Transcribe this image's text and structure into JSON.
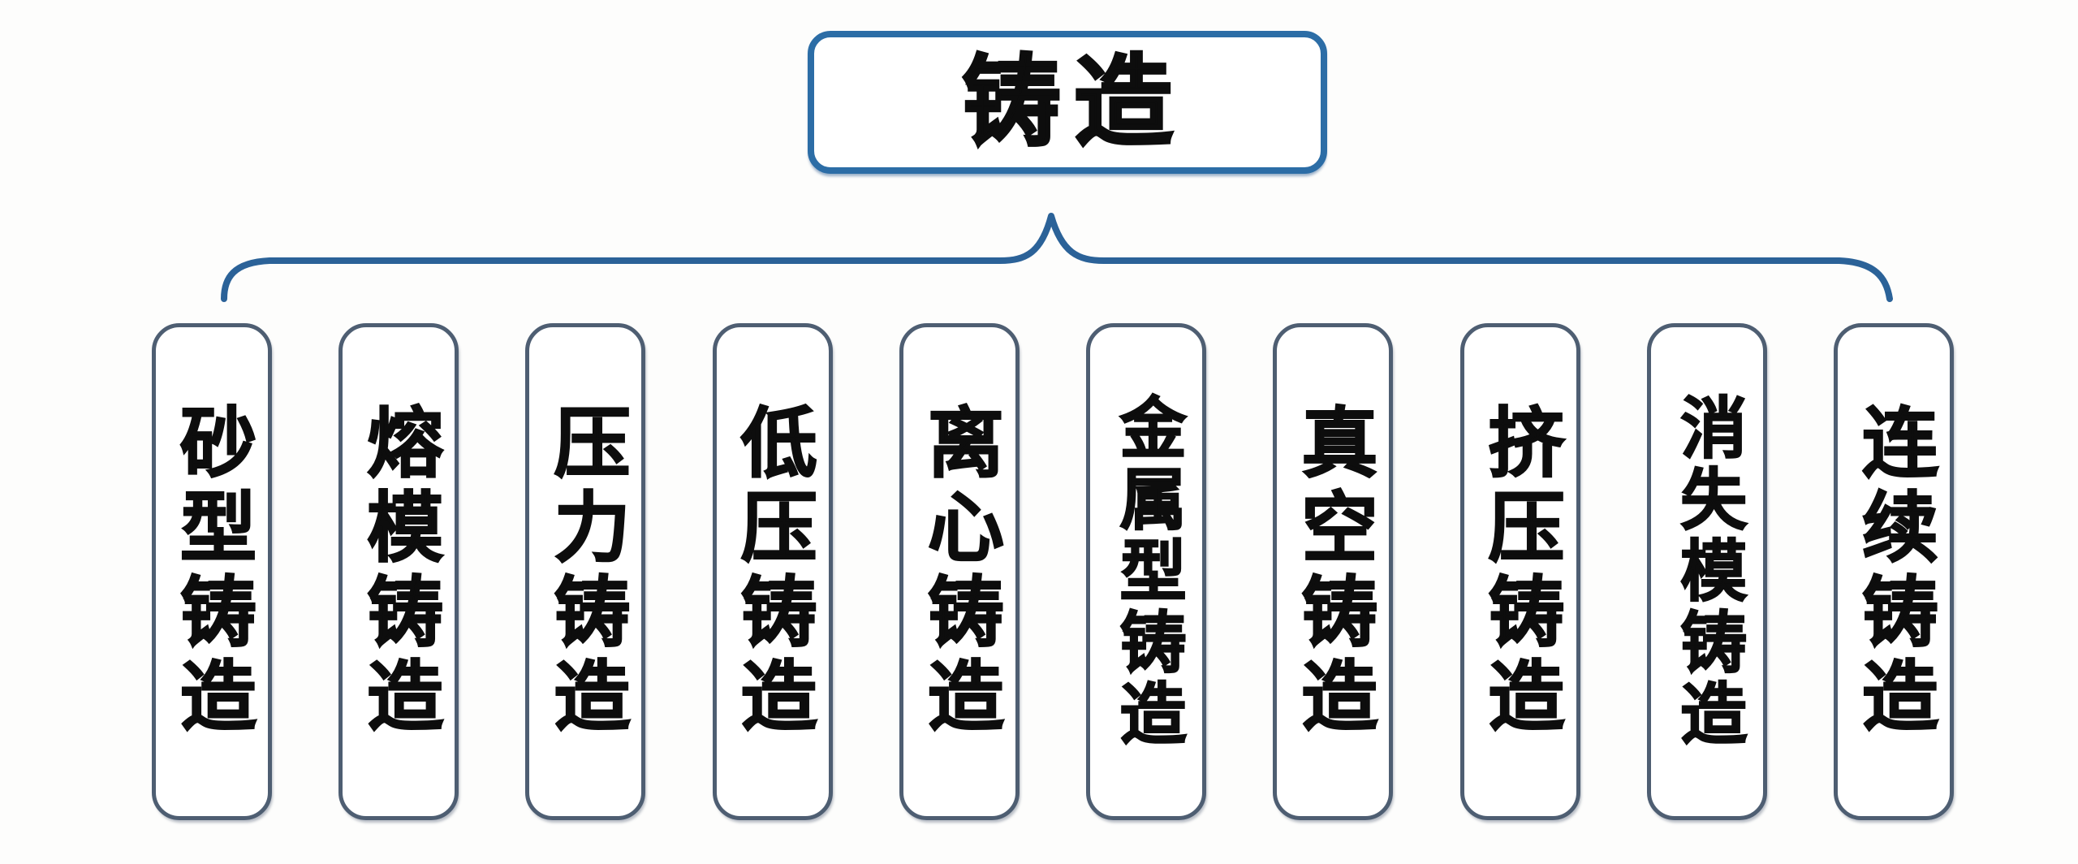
{
  "diagram": {
    "type": "tree",
    "root": {
      "label": "铸造"
    },
    "children": [
      {
        "label": "砂型铸造"
      },
      {
        "label": "熔模铸造"
      },
      {
        "label": "压力铸造"
      },
      {
        "label": "低压铸造"
      },
      {
        "label": "离心铸造"
      },
      {
        "label": "金属型铸造"
      },
      {
        "label": "真空铸造"
      },
      {
        "label": "挤压铸造"
      },
      {
        "label": "消失模铸造"
      },
      {
        "label": "连续铸造"
      }
    ],
    "colors": {
      "root_border": "#2c6da6",
      "child_border": "#4e5e72",
      "brace": "#2b6298",
      "text": "#0d0d0d",
      "background": "#fdfdfc"
    }
  }
}
